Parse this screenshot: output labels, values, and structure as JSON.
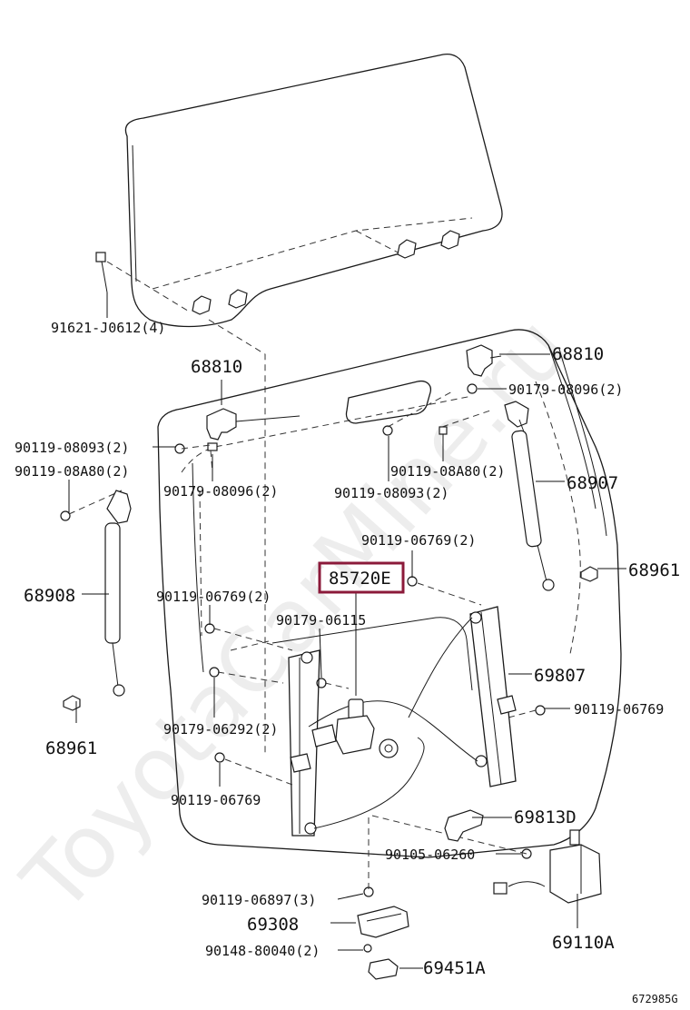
{
  "diagram": {
    "watermark": "ToyotaCarMine.ru",
    "figure_id": "672985G",
    "highlight_color": "#8b1a3a",
    "labels": [
      {
        "id": "l01",
        "text": "91621-J0612(4)"
      },
      {
        "id": "l02",
        "text": "68810"
      },
      {
        "id": "l03",
        "text": "68810"
      },
      {
        "id": "l04",
        "text": "90179-08096(2)"
      },
      {
        "id": "l05",
        "text": "90119-08093(2)"
      },
      {
        "id": "l06",
        "text": "90119-08A80(2)"
      },
      {
        "id": "l07",
        "text": "90179-08096(2)"
      },
      {
        "id": "l08",
        "text": "90119-08A80(2)"
      },
      {
        "id": "l09",
        "text": "90119-08093(2)"
      },
      {
        "id": "l10",
        "text": "68907"
      },
      {
        "id": "l11",
        "text": "90119-06769(2)"
      },
      {
        "id": "l12",
        "text": "85720E",
        "highlighted": true
      },
      {
        "id": "l13",
        "text": "68961"
      },
      {
        "id": "l14",
        "text": "68908"
      },
      {
        "id": "l15",
        "text": "90119-06769(2)"
      },
      {
        "id": "l16",
        "text": "90179-06115"
      },
      {
        "id": "l17",
        "text": "69807"
      },
      {
        "id": "l18",
        "text": "90119-06769"
      },
      {
        "id": "l19",
        "text": "68961"
      },
      {
        "id": "l20",
        "text": "90179-06292(2)"
      },
      {
        "id": "l21",
        "text": "90119-06769"
      },
      {
        "id": "l22",
        "text": "69813D"
      },
      {
        "id": "l23",
        "text": "90105-06260"
      },
      {
        "id": "l24",
        "text": "90119-06897(3)"
      },
      {
        "id": "l25",
        "text": "69308"
      },
      {
        "id": "l26",
        "text": "69110A"
      },
      {
        "id": "l27",
        "text": "90148-80040(2)"
      },
      {
        "id": "l28",
        "text": "69451A"
      }
    ]
  }
}
